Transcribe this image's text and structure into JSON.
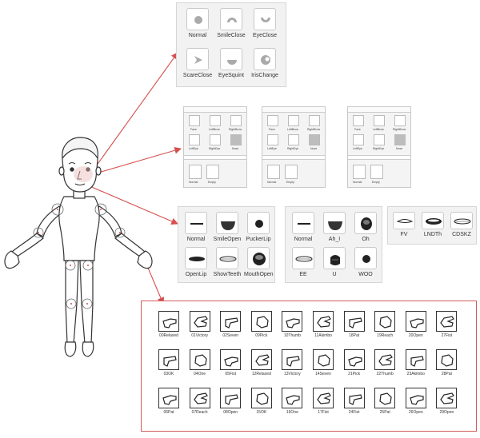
{
  "eye_panel": {
    "items": [
      {
        "label": "Normal"
      },
      {
        "label": "SmileClose"
      },
      {
        "label": "EyeClose"
      },
      {
        "label": "ScareClose"
      },
      {
        "label": "EyeSquint"
      },
      {
        "label": "IrisChange"
      }
    ]
  },
  "control_panels": [
    {
      "labels": [
        "Face",
        "LeftBrow",
        "RightBrow",
        "LeftEye",
        "RightEye",
        "Nose",
        "Normal",
        "Empty"
      ]
    },
    {
      "labels": [
        "Face",
        "LeftBrow",
        "RightBrow",
        "LeftEye",
        "RightEye",
        "Nose",
        "Normal",
        "Empty"
      ]
    },
    {
      "labels": [
        "Face",
        "LeftBrow",
        "RightBrow",
        "LeftEye",
        "RightEye",
        "Nose",
        "Normal",
        "Empty"
      ]
    }
  ],
  "mouth_panel_1": {
    "items": [
      {
        "label": "Normal"
      },
      {
        "label": "SmileOpen"
      },
      {
        "label": "PuckerLip"
      },
      {
        "label": "OpenLip"
      },
      {
        "label": "ShowTeeth"
      },
      {
        "label": "MouthOpen"
      }
    ]
  },
  "mouth_panel_2": {
    "items": [
      {
        "label": "Normal"
      },
      {
        "label": "Ah_I"
      },
      {
        "label": "Oh"
      },
      {
        "label": "EE"
      },
      {
        "label": "U"
      },
      {
        "label": "WOO"
      }
    ]
  },
  "mouth_panel_3": {
    "items": [
      {
        "label": "FV"
      },
      {
        "label": "LNDTh"
      },
      {
        "label": "CDSKZ"
      }
    ]
  },
  "hand_panel": {
    "rows": [
      [
        "00Relaxed",
        "01Victory",
        "02Seven",
        "09Pick",
        "10Thumb",
        "11Akimbo",
        "18Pat",
        "19Reach",
        "20Open",
        "27Fist"
      ],
      [
        "03OK",
        "04One",
        "05Fist",
        "12Relaxed",
        "13Victory",
        "14Seven",
        "21Pick",
        "22Thumb",
        "23Akimbo",
        "28Pat"
      ],
      [
        "06Pat",
        "07Reach",
        "08Open",
        "15OK",
        "16One",
        "17Fist",
        "24Fist",
        "25Pat",
        "26Open",
        "29Open"
      ]
    ]
  },
  "colors": {
    "arrow": "#d65050",
    "frame": "#d05a5a",
    "joint": "#d9534f"
  }
}
